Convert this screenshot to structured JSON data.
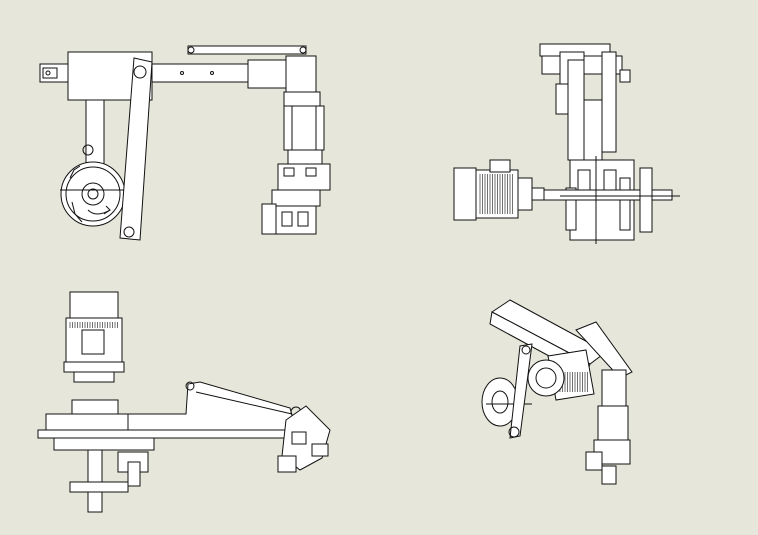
{
  "drawing": {
    "background": "#e7e6da",
    "line_color": "#111111",
    "part_fill": "#ffffff",
    "views": [
      {
        "id": "front-view",
        "label": ""
      },
      {
        "id": "side-view",
        "label": ""
      },
      {
        "id": "top-view",
        "label": ""
      },
      {
        "id": "isometric-view",
        "label": ""
      }
    ]
  }
}
